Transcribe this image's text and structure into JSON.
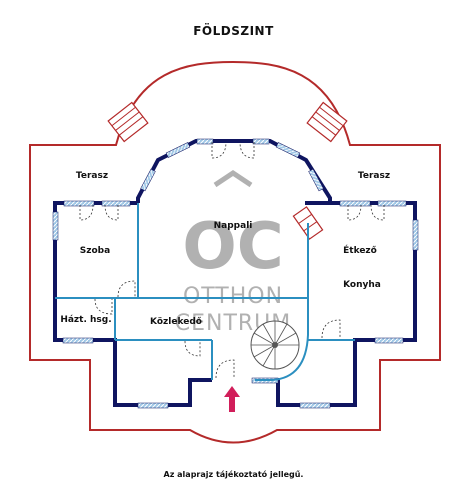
{
  "title": "FÖLDSZINT",
  "footnote": "Az alaprajz tájékoztató jellegű.",
  "watermark": {
    "monogram": "OC",
    "line1": "OTTHON",
    "line2": "CENTRUM"
  },
  "rooms": {
    "terasz_left": "Terasz",
    "terasz_right": "Terasz",
    "nappali": "Nappali",
    "etkezo": "Étkező",
    "szoba": "Szoba",
    "konyha": "Konyha",
    "haztartasi": "Házt. hsg.",
    "kozlekedo": "Közlekedő"
  },
  "colors": {
    "outer_wall": "#b42a2a",
    "wall": "#0f1560",
    "partition": "#2b8fc0",
    "window": "#9fc7e6",
    "entrance_arrow": "#d11e5a",
    "watermark": "#a9a9a9"
  },
  "icons": {
    "entrance": "entrance-arrow-icon",
    "stairs": "spiral-staircase-icon"
  }
}
